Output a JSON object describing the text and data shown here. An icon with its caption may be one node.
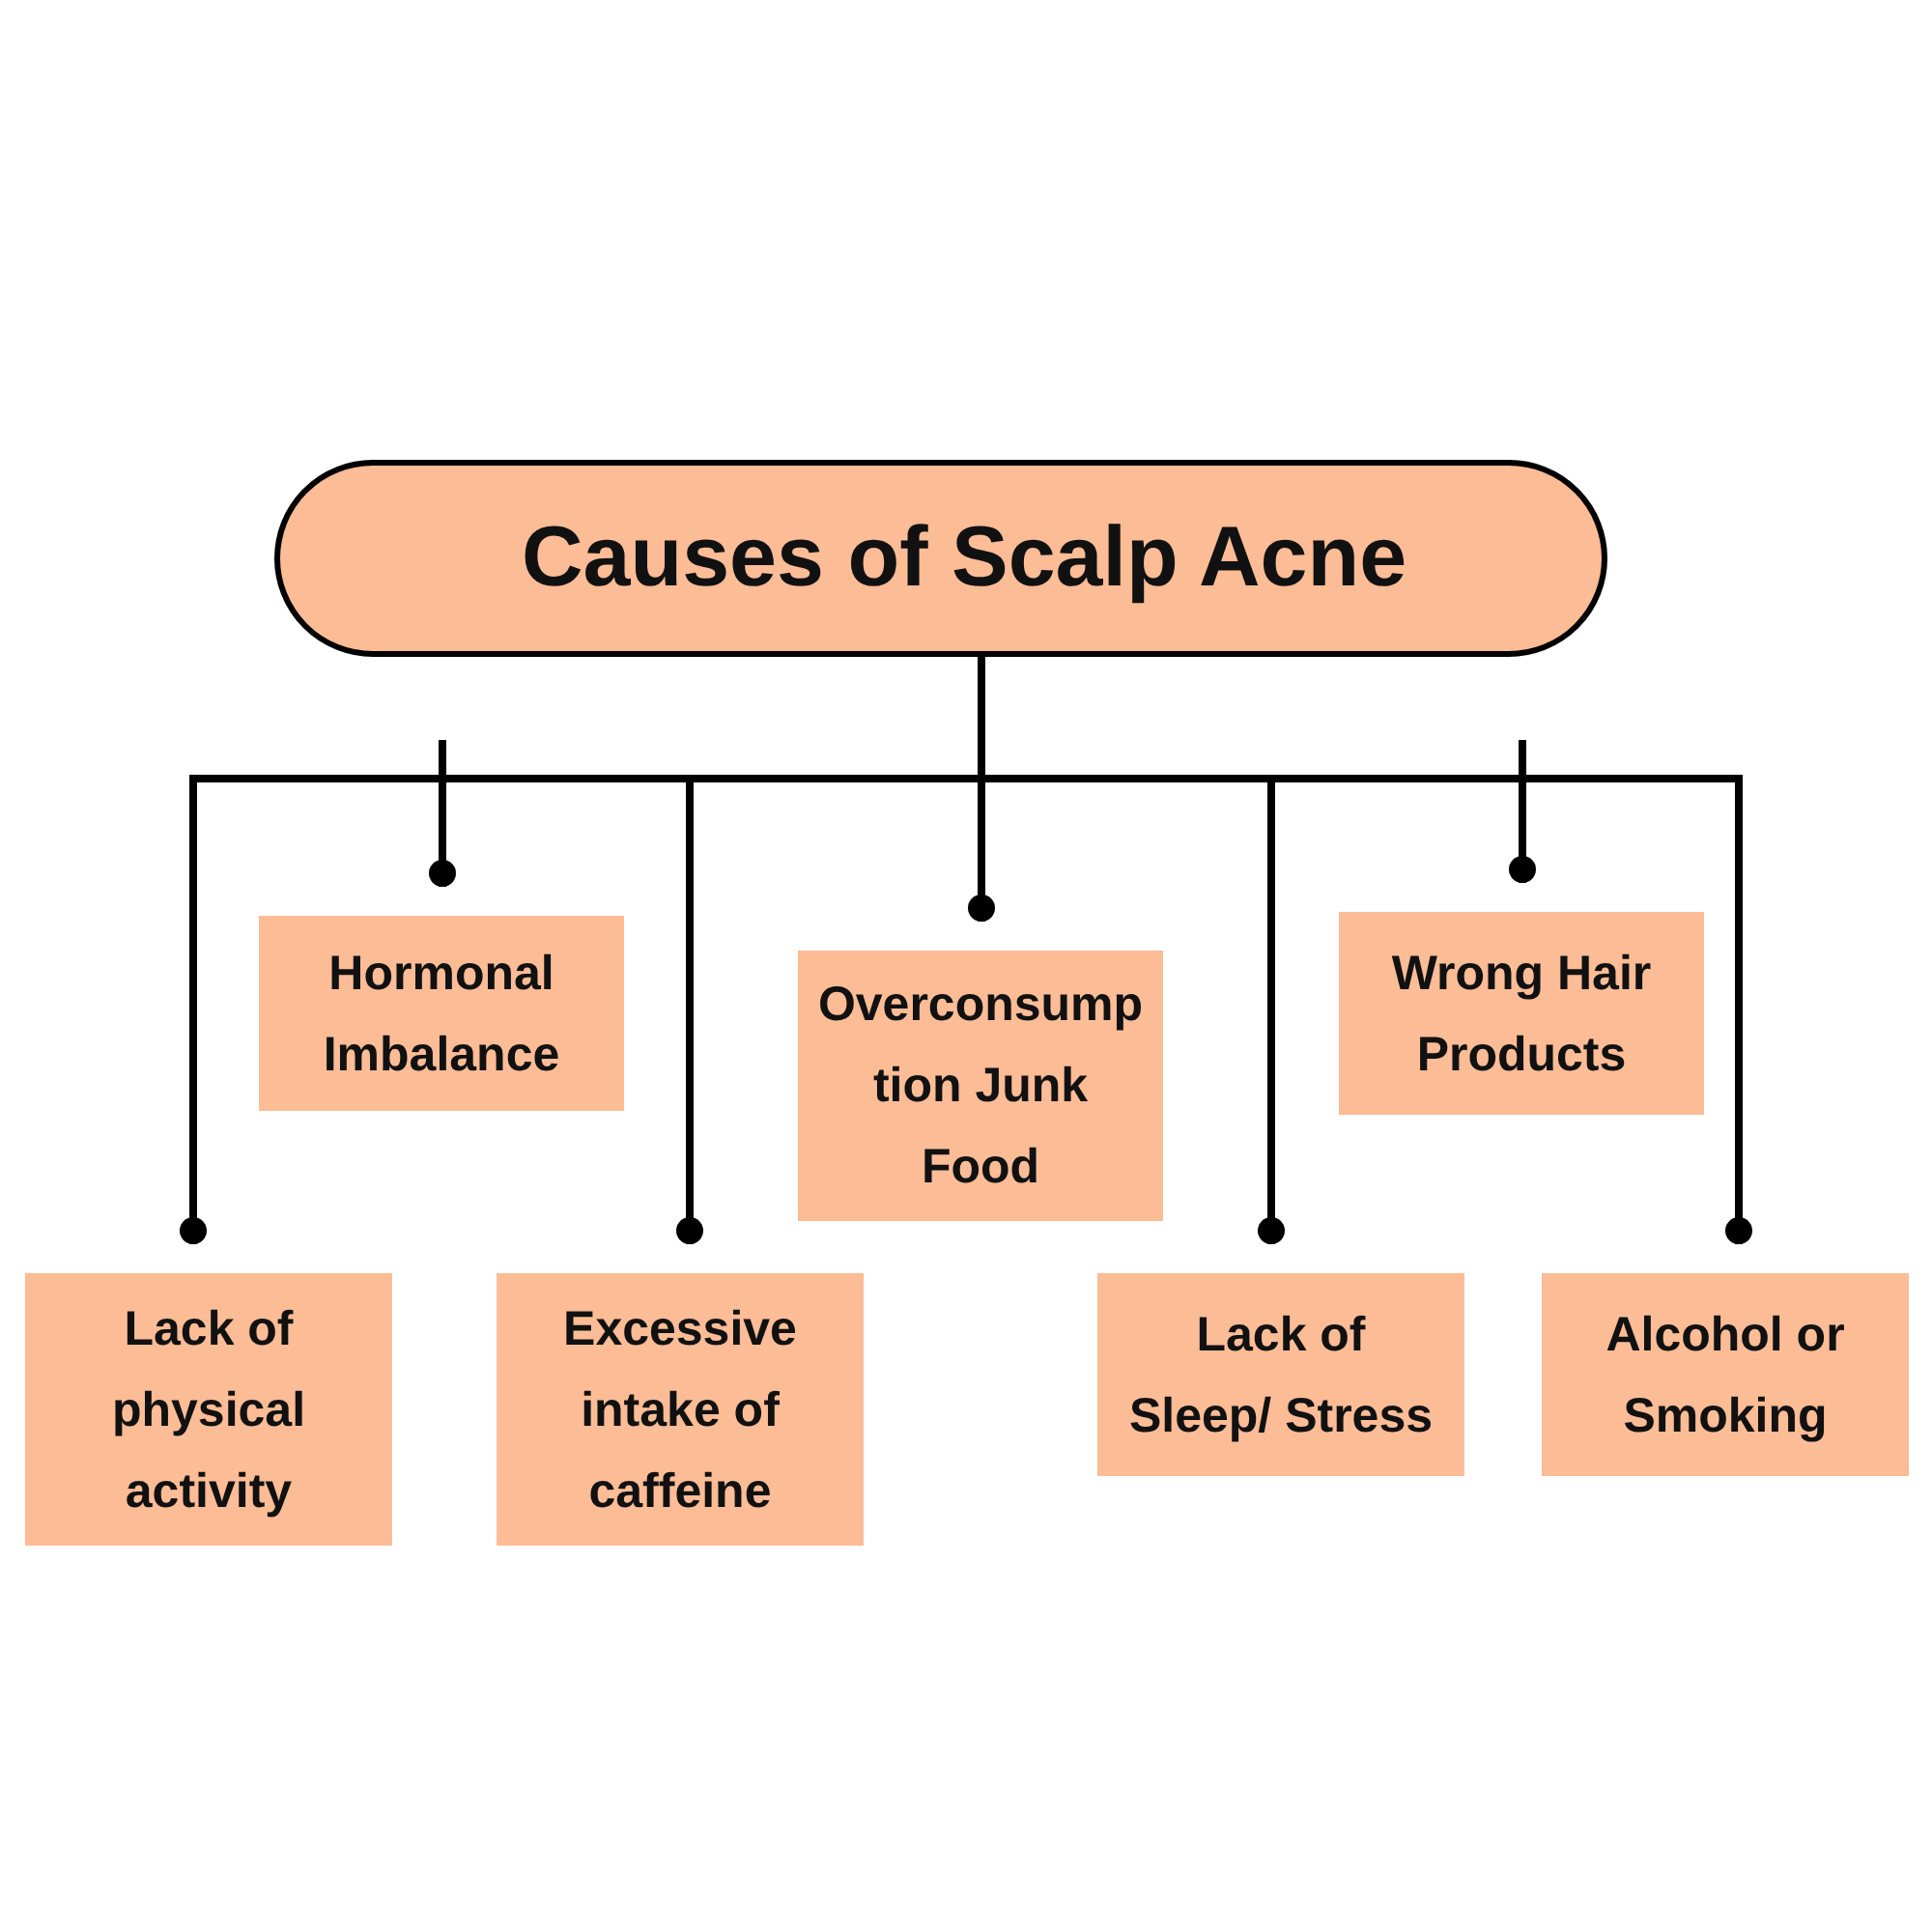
{
  "diagram": {
    "nodes": [
      {
        "text": [
          "Causes of Scalp Acne"
        ]
      },
      {
        "text": [
          "Hormonal Imbalance"
        ]
      },
      {
        "text": [
          "Overconsumption Junk Food"
        ]
      },
      {
        "text": [
          "Wrong Hair Products"
        ]
      },
      {
        "text": [
          "Lack of physical activity"
        ]
      },
      {
        "text": [
          "Excessive intake of caffeine"
        ]
      },
      {
        "text": [
          "Lack of Sleep/ Stress"
        ]
      },
      {
        "text": [
          "Alcohol or Smoking"
        ]
      }
    ],
    "edges": [
      {
        "from": 0,
        "to": 1,
        "arrow": "other"
      },
      {
        "from": 0,
        "to": 2,
        "arrow": "other"
      },
      {
        "from": 0,
        "to": 3,
        "arrow": "other"
      },
      {
        "from": 0,
        "to": 4,
        "arrow": "other"
      },
      {
        "from": 0,
        "to": 5,
        "arrow": "other"
      },
      {
        "from": 0,
        "to": 6,
        "arrow": "other"
      },
      {
        "from": 0,
        "to": 7,
        "arrow": "other"
      }
    ]
  }
}
